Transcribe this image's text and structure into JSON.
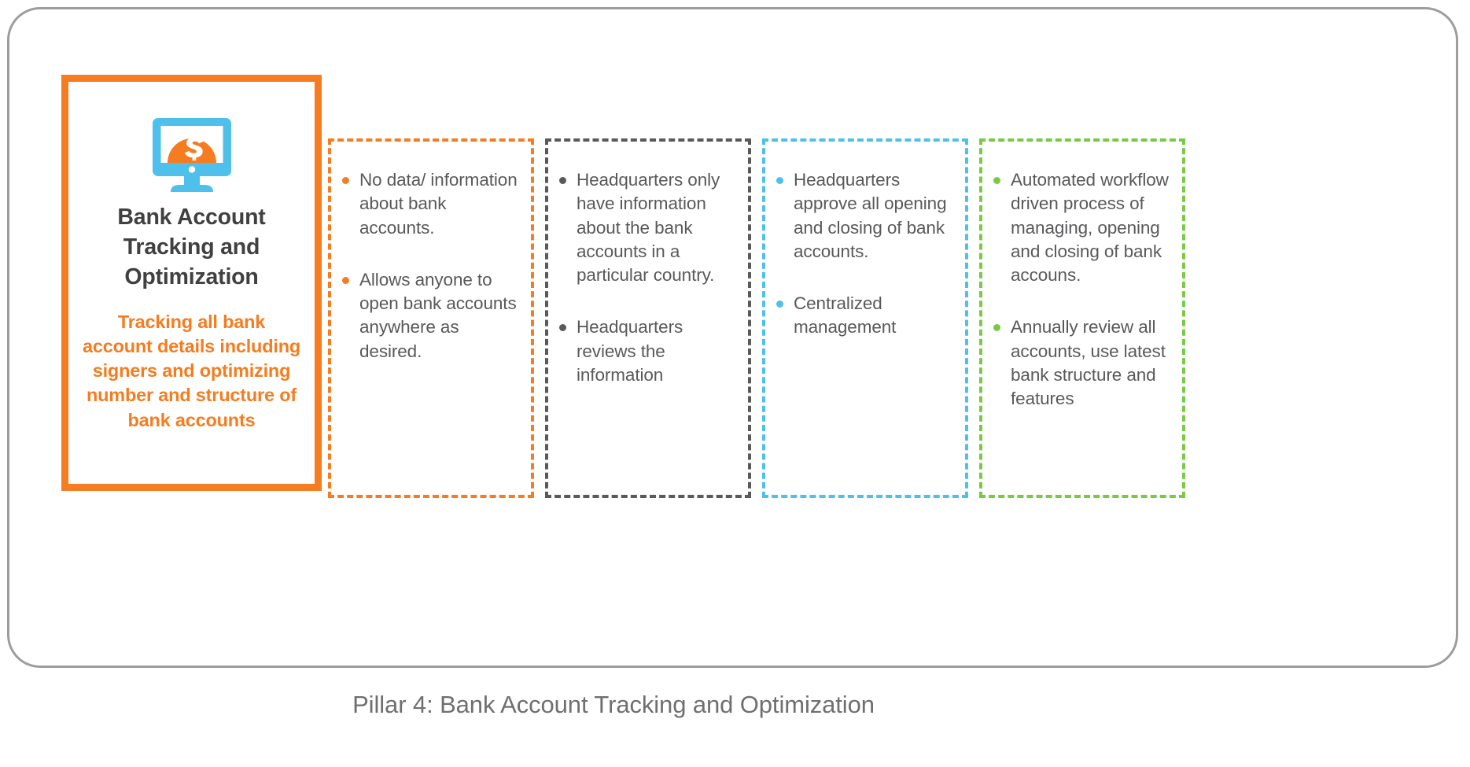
{
  "figure": {
    "caption": "Pillar 4: Bank Account Tracking and Optimization"
  },
  "colors": {
    "orange": "#F57C20",
    "dark_gray": "#58595B",
    "light_blue": "#4FC0EC",
    "green": "#7AC943",
    "frame_gray": "#9D9D9D",
    "title_gray": "#404040",
    "caption_gray": "#6F6F6F"
  },
  "pillar_card": {
    "icon": "monitor-speedometer-icon",
    "title": "Bank Account Tracking and Optimization",
    "subtitle": "Tracking all bank account details including signers and optimizing number and structure of bank accounts",
    "border_color": "#F57C20"
  },
  "columns": [
    {
      "id": "column-current-state",
      "border_color": "#F57C20",
      "bullet_color": "#F57C20",
      "bullets": [
        "No data/ information about bank accounts.",
        "Allows anyone to open bank accounts anywhere as desired."
      ]
    },
    {
      "id": "column-stage-two",
      "border_color": "#58595B",
      "bullet_color": "#58595B",
      "bullets": [
        "Headquarters only have information about the bank accounts in a particular country.",
        "Headquarters reviews the information"
      ]
    },
    {
      "id": "column-stage-three",
      "border_color": "#4FC0EC",
      "bullet_color": "#4FC0EC",
      "bullets": [
        "Headquarters approve all opening and closing of bank accounts.",
        "Centralized management"
      ]
    },
    {
      "id": "column-target-state",
      "border_color": "#7AC943",
      "bullet_color": "#7AC943",
      "bullets": [
        "Automated workflow driven process of managing, opening and closing of bank accouns.",
        "Annually review all accounts, use latest bank structure and features"
      ]
    }
  ]
}
